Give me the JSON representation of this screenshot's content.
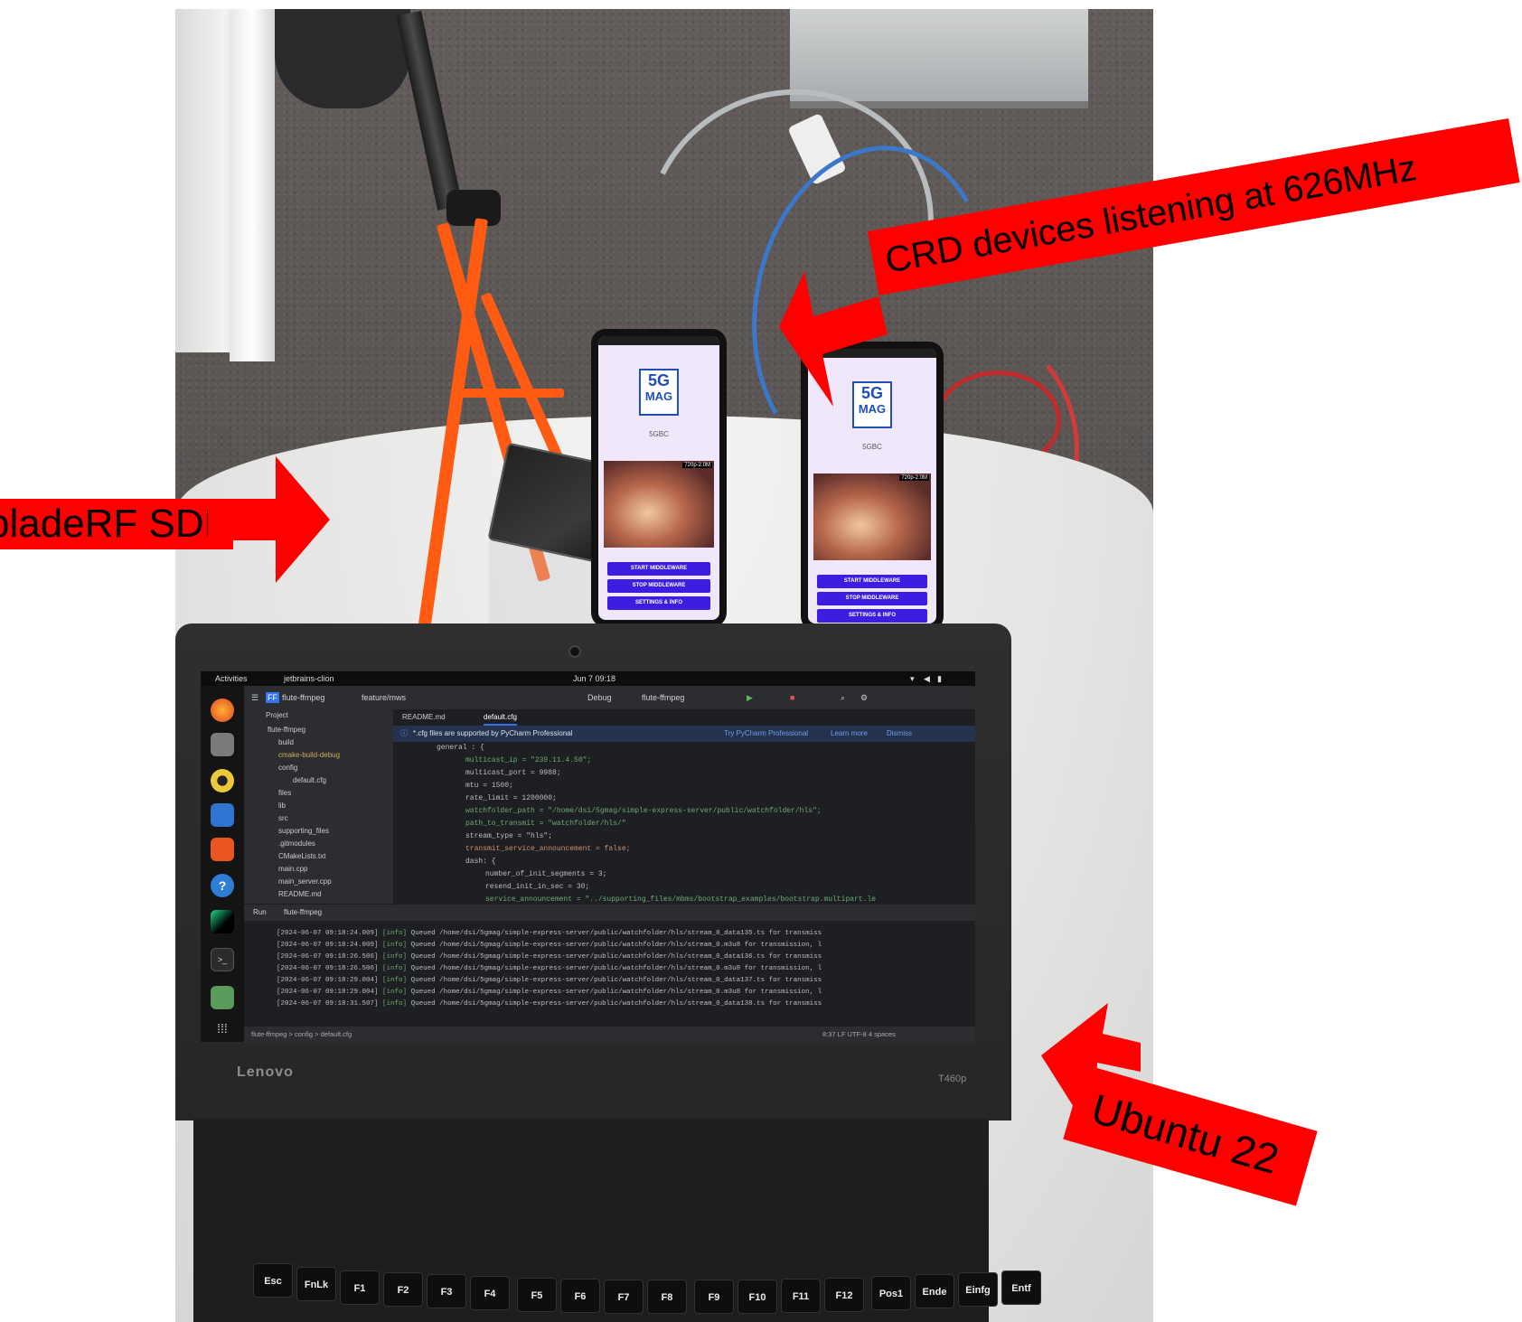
{
  "annotations": {
    "bladerf": "bladeRF SDR",
    "crd": "CRD devices listening at 626MHz",
    "ubuntu": "Ubuntu 22"
  },
  "colors": {
    "annotation_red": "#ff0000",
    "antenna_orange": "#ff5b12",
    "app_button_blue": "#3d1de0",
    "logo_blue": "#1f4fb8"
  },
  "phones": [
    {
      "logo_top": "5G",
      "logo_bottom": "MAG",
      "app_name": "5GBC",
      "video_tag": "720p-2.0M",
      "buttons": [
        "START MIDDLEWARE",
        "STOP MIDDLEWARE",
        "SETTINGS & INFO"
      ]
    },
    {
      "logo_top": "5G",
      "logo_bottom": "MAG",
      "app_name": "5GBC",
      "video_tag": "720p-2.0M",
      "buttons": [
        "START MIDDLEWARE",
        "STOP MIDDLEWARE",
        "SETTINGS & INFO"
      ]
    }
  ],
  "laptop": {
    "brand": "Lenovo",
    "model": "T460p",
    "topbar": {
      "activities": "Activities",
      "app": "jetbrains-clion",
      "clock": "Jun 7  09:18"
    },
    "ide": {
      "project_name": "flute-ffmpeg",
      "branch": "feature/mws",
      "build_config": "Debug",
      "run_target": "flute-ffmpeg",
      "project_label": "Project",
      "tree": [
        "flute-ffmpeg",
        "build",
        "cmake-build-debug",
        "config",
        "default.cfg",
        "files",
        "lib",
        "src",
        "supporting_files",
        ".gitmodules",
        "CMakeLists.txt",
        "main.cpp",
        "main_server.cpp",
        "README.md"
      ],
      "tabs": [
        "README.md",
        "default.cfg"
      ],
      "notice": "*.cfg files are supported by PyCharm Professional",
      "notice_actions": [
        "Try PyCharm Professional",
        "Learn more",
        "Dismiss"
      ],
      "code": [
        "general : {",
        "multicast_ip = \"239.11.4.50\";",
        "multicast_port = 9988;",
        "mtu = 1500;",
        "rate_limit = 1200000;",
        "watchfolder_path = \"/home/dsi/5gmag/simple-express-server/public/watchfolder/hls\";",
        "path_to_transmit = \"watchfolder/hls/\"",
        "stream_type = \"hls\";",
        "transmit_service_announcement = false;",
        "dash: {",
        "number_of_init_segments = 3;",
        "resend_init_in_sec = 30;",
        "service_announcement = \"../supporting_files/mbms/bootstrap_examples/bootstrap.multipart.le"
      ],
      "run_label": "Run",
      "run_target_tab": "flute-ffmpeg",
      "log": [
        {
          "ts": "[2024-06-07 09:18:24.009]",
          "level": "[info]",
          "msg": "Queued /home/dsi/5gmag/simple-express-server/public/watchfolder/hls/stream_0_data135.ts  for transmiss"
        },
        {
          "ts": "[2024-06-07 09:18:24.009]",
          "level": "[info]",
          "msg": "Queued /home/dsi/5gmag/simple-express-server/public/watchfolder/hls/stream_0.m3u8  for transmission, l"
        },
        {
          "ts": "[2024-06-07 09:18:26.506]",
          "level": "[info]",
          "msg": "Queued /home/dsi/5gmag/simple-express-server/public/watchfolder/hls/stream_0_data136.ts  for transmiss"
        },
        {
          "ts": "[2024-06-07 09:18:26.506]",
          "level": "[info]",
          "msg": "Queued /home/dsi/5gmag/simple-express-server/public/watchfolder/hls/stream_0.m3u8  for transmission, l"
        },
        {
          "ts": "[2024-06-07 09:18:29.004]",
          "level": "[info]",
          "msg": "Queued /home/dsi/5gmag/simple-express-server/public/watchfolder/hls/stream_0_data137.ts  for transmiss"
        },
        {
          "ts": "[2024-06-07 09:18:29.004]",
          "level": "[info]",
          "msg": "Queued /home/dsi/5gmag/simple-express-server/public/watchfolder/hls/stream_0.m3u8  for transmission, l"
        },
        {
          "ts": "[2024-06-07 09:18:31.507]",
          "level": "[info]",
          "msg": "Queued /home/dsi/5gmag/simple-express-server/public/watchfolder/hls/stream_0_data138.ts  for transmiss"
        }
      ],
      "breadcrumb": "flute-ffmpeg > config > default.cfg",
      "status_right": "8:37   LF   UTF-8   4 spaces"
    },
    "keys": [
      "Esc",
      "FnLk",
      "F1",
      "F2",
      "F3",
      "F4",
      "F5",
      "F6",
      "F7",
      "F8",
      "F9",
      "F10",
      "F11",
      "F12",
      "Pos1",
      "Ende",
      "Einfg",
      "Entf"
    ]
  }
}
